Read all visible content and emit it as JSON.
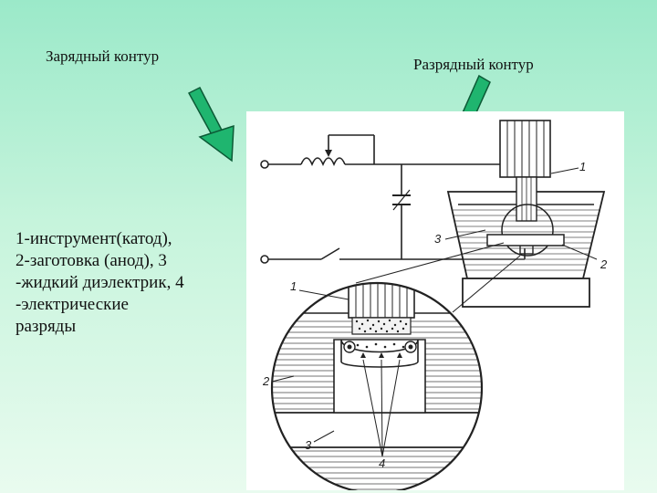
{
  "titles": {
    "charge": "Зарядный контур",
    "discharge": "Разрядный контур"
  },
  "legend": [
    "1-инструмент(катод),",
    "2-заготовка (анод),   3",
    "-жидкий диэлектрик, 4",
    "-электрические",
    "разряды"
  ],
  "labels": {
    "tool_top": "1",
    "tool_zoom": "1",
    "workpiece_right": "2",
    "workpiece_zoom": "2",
    "dielectric_top": "3",
    "dielectric_zoom": "3",
    "discharges": "4"
  },
  "colors": {
    "arrow": "#1fb56f",
    "arrow_edge": "#0c5a36",
    "ink": "#222222"
  }
}
